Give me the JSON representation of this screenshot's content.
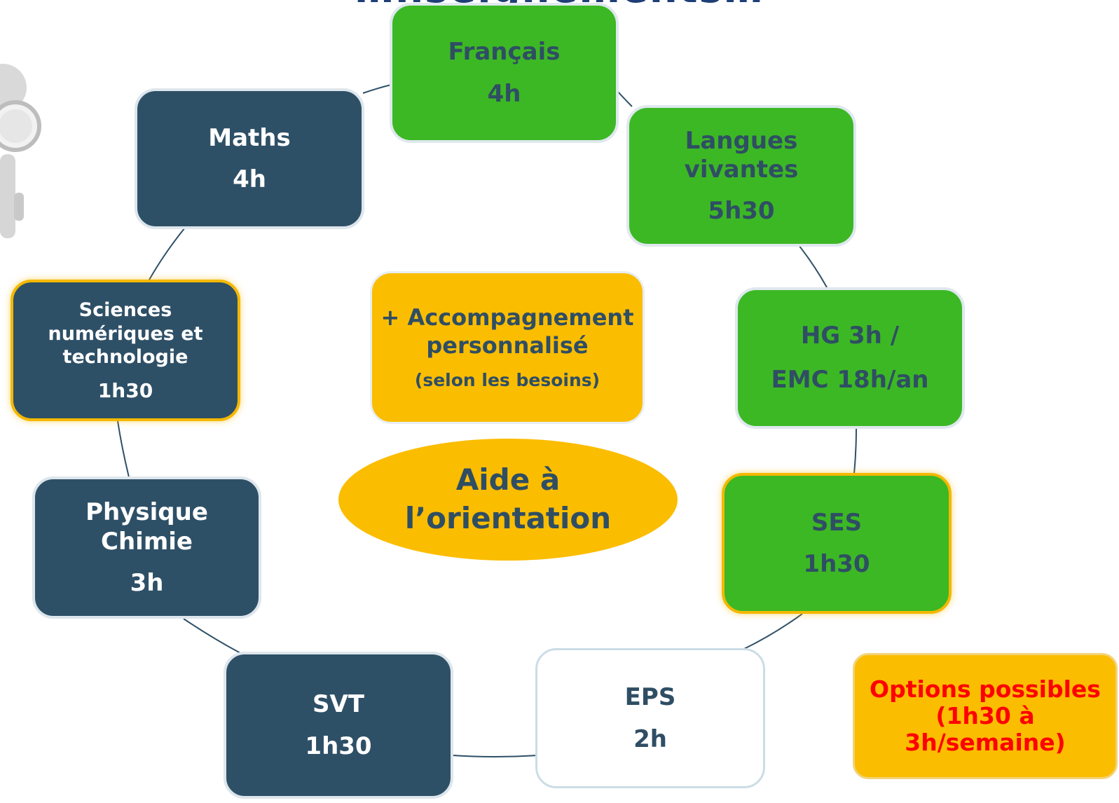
{
  "title": "…nseignements…",
  "nodes": {
    "francais": {
      "name": "Français",
      "hours": "4h"
    },
    "langues": {
      "name": "Langues vivantes",
      "name_line1": "Langues",
      "name_line2": "vivantes",
      "hours": "5h30"
    },
    "hg": {
      "line1": "HG 3h /",
      "line2": "EMC 18h/an"
    },
    "ses": {
      "name": "SES",
      "hours": "1h30"
    },
    "eps": {
      "name": "EPS",
      "hours": "2h"
    },
    "svt": {
      "name": "SVT",
      "hours": "1h30"
    },
    "physique": {
      "name_line1": "Physique",
      "name_line2": "Chimie",
      "hours": "3h"
    },
    "snt": {
      "name_line1": "Sciences",
      "name_line2": "numériques et",
      "name_line3": "technologie",
      "hours": "1h30"
    },
    "maths": {
      "name": "Maths",
      "hours": "4h"
    }
  },
  "accompagnement": {
    "line1": "+ Accompagnement",
    "line2": "personnalisé",
    "sub": "(selon les besoins)"
  },
  "orientation": {
    "line1": "Aide à",
    "line2": "l’orientation"
  },
  "options": {
    "line1": "Options possibles",
    "line2": "(1h30 à",
    "line3": "3h/semaine)"
  },
  "colors": {
    "green": "#3cb824",
    "navy": "#2e5067",
    "yellow": "#fbbd00",
    "red": "#ff0000",
    "text_dark": "#2f4e64"
  },
  "icons": {
    "mascot": "person-with-magnifier-icon"
  }
}
